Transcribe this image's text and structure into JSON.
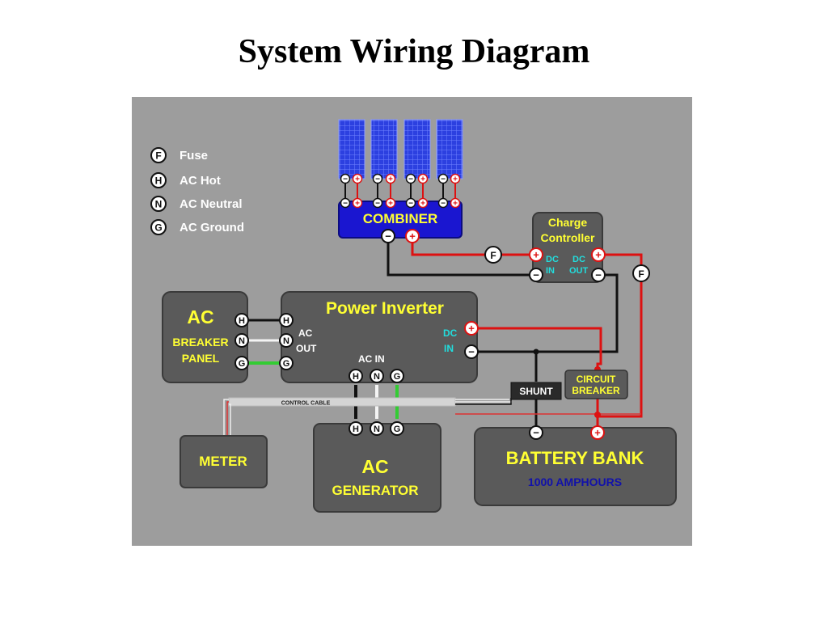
{
  "title": "System Wiring Diagram",
  "legend": [
    {
      "symbol": "F",
      "label": "Fuse"
    },
    {
      "symbol": "H",
      "label": "AC Hot"
    },
    {
      "symbol": "N",
      "label": "AC Neutral"
    },
    {
      "symbol": "G",
      "label": "AC Ground"
    }
  ],
  "combiner": {
    "label": "COMBINER"
  },
  "charge_controller": {
    "line1": "Charge",
    "line2": "Controller",
    "dc_in_a": "DC",
    "dc_in_b": "IN",
    "dc_out_a": "DC",
    "dc_out_b": "OUT"
  },
  "inverter": {
    "label": "Power Inverter",
    "ac_out_a": "AC",
    "ac_out_b": "OUT",
    "ac_in": "AC  IN",
    "dc_a": "DC",
    "dc_b": "IN"
  },
  "breaker_panel": {
    "line1": "AC",
    "line2": "BREAKER",
    "line3": "PANEL"
  },
  "meter": {
    "label": "METER"
  },
  "generator": {
    "line1": "AC",
    "line2": "GENERATOR"
  },
  "shunt": {
    "label": "SHUNT"
  },
  "circuit_breaker": {
    "line1": "CIRCUIT",
    "line2": "BREAKER"
  },
  "battery": {
    "line1": "BATTERY BANK",
    "line2": "1000  AMPHOURS"
  },
  "control_cable": {
    "label": "CONTROL CABLE"
  },
  "terminals": {
    "hot": "H",
    "neutral": "N",
    "ground": "G",
    "fuse": "F",
    "plus": "+",
    "minus": "−"
  },
  "colors": {
    "background": "#9d9d9d",
    "box": "#5a5a5a",
    "combiner": "#1a16d0",
    "text_yellow": "#ffff33",
    "text_cyan": "#22dddd",
    "wire_red": "#dd1111",
    "wire_black": "#111111",
    "wire_white": "#f4f4f4",
    "wire_green": "#33cc33",
    "panel_blue": "#2233dd",
    "battery_sub": "#1111aa"
  }
}
